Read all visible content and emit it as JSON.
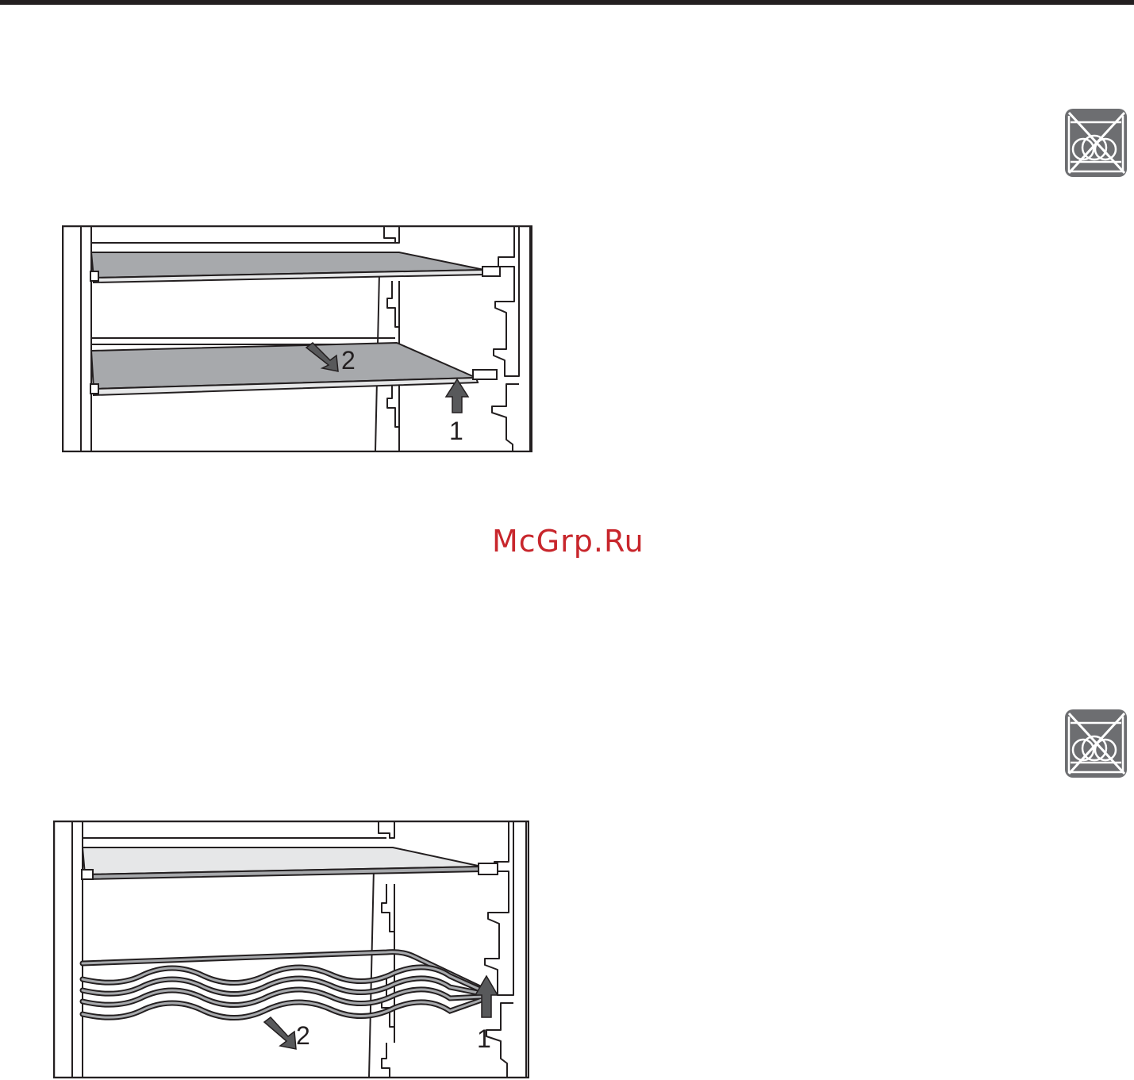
{
  "watermark": {
    "text": "McGrp.Ru"
  },
  "figure1": {
    "callouts": {
      "lift": "1",
      "pull": "2"
    },
    "shelf_type": "glass shelf"
  },
  "figure2": {
    "callouts": {
      "lift": "1",
      "pull": "2"
    },
    "shelf_type": "wine rack"
  },
  "icons": {
    "badge_top": "not-dishwasher-safe-icon",
    "badge_bottom": "not-dishwasher-safe-icon"
  },
  "colors": {
    "line": "#231f20",
    "shelf_fill": "#a7a9ac",
    "shelf_fill_light": "#e6e7e8",
    "arrow": "#58595b",
    "badge": "#6d6e71",
    "watermark": "#c8262c"
  }
}
